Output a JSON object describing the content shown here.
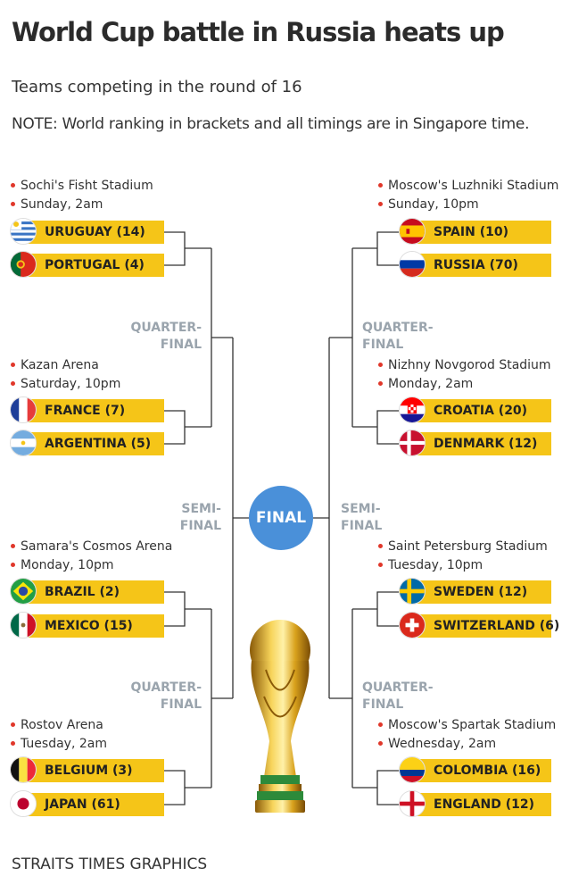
{
  "title": "World Cup battle in Russia heats up",
  "subtitle": "Teams competing in the round of 16",
  "note": "NOTE: World ranking in brackets and all timings are in Singapore time.",
  "footer": "STRAITS TIMES GRAPHICS",
  "labels": {
    "quarter_final": [
      "QUARTER-",
      "FINAL"
    ],
    "semi_final": [
      "SEMI-",
      "FINAL"
    ],
    "final": "FINAL"
  },
  "colors": {
    "team_bar": "#f5c518",
    "final_circle": "#4a90d9",
    "stage_label": "#9aa4ad",
    "bullet": "#e0372a"
  },
  "matches_left": [
    {
      "venue": "Sochi's Fisht Stadium",
      "time": "Sunday, 2am",
      "teams": [
        {
          "name": "URUGUAY (14)",
          "flag": "uruguay-flag-icon"
        },
        {
          "name": "PORTUGAL (4)",
          "flag": "portugal-flag-icon"
        }
      ]
    },
    {
      "venue": "Kazan Arena",
      "time": "Saturday, 10pm",
      "teams": [
        {
          "name": "FRANCE (7)",
          "flag": "france-flag-icon"
        },
        {
          "name": "ARGENTINA (5)",
          "flag": "argentina-flag-icon"
        }
      ]
    },
    {
      "venue": "Samara's Cosmos Arena",
      "time": "Monday, 10pm",
      "teams": [
        {
          "name": "BRAZIL (2)",
          "flag": "brazil-flag-icon"
        },
        {
          "name": "MEXICO (15)",
          "flag": "mexico-flag-icon"
        }
      ]
    },
    {
      "venue": "Rostov Arena",
      "time": "Tuesday, 2am",
      "teams": [
        {
          "name": "BELGIUM (3)",
          "flag": "belgium-flag-icon"
        },
        {
          "name": "JAPAN (61)",
          "flag": "japan-flag-icon"
        }
      ]
    }
  ],
  "matches_right": [
    {
      "venue": "Moscow's Luzhniki Stadium",
      "time": "Sunday, 10pm",
      "teams": [
        {
          "name": "SPAIN (10)",
          "flag": "spain-flag-icon"
        },
        {
          "name": "RUSSIA (70)",
          "flag": "russia-flag-icon"
        }
      ]
    },
    {
      "venue": "Nizhny Novgorod Stadium",
      "time": "Monday, 2am",
      "teams": [
        {
          "name": "CROATIA (20)",
          "flag": "croatia-flag-icon"
        },
        {
          "name": "DENMARK (12)",
          "flag": "denmark-flag-icon"
        }
      ]
    },
    {
      "venue": "Saint Petersburg Stadium",
      "time": "Tuesday, 10pm",
      "teams": [
        {
          "name": "SWEDEN (12)",
          "flag": "sweden-flag-icon"
        },
        {
          "name": "SWITZERLAND (6)",
          "flag": "switzerland-flag-icon"
        }
      ]
    },
    {
      "venue": "Moscow's Spartak Stadium",
      "time": "Wednesday, 2am",
      "teams": [
        {
          "name": "COLOMBIA (16)",
          "flag": "colombia-flag-icon"
        },
        {
          "name": "ENGLAND (12)",
          "flag": "england-flag-icon"
        }
      ]
    }
  ]
}
